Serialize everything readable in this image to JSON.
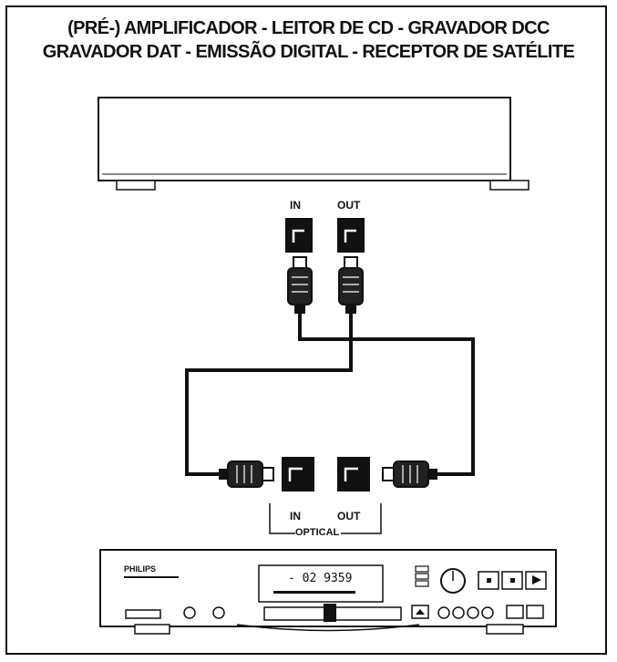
{
  "title": {
    "line1": "(PRÉ-) AMPLIFICADOR - LEITOR DE CD - GRAVADOR DCC",
    "line2": "GRAVADOR DAT - EMISSÃO DIGITAL - RECEPTOR DE SATÉLITE"
  },
  "top_device": {
    "jack_in_label": "IN",
    "jack_out_label": "OUT"
  },
  "bottom_device": {
    "jack_in_label": "IN",
    "jack_out_label": "OUT",
    "group_label": "OPTICAL",
    "brand": "PHILIPS",
    "display_text": "- 02 9359"
  }
}
